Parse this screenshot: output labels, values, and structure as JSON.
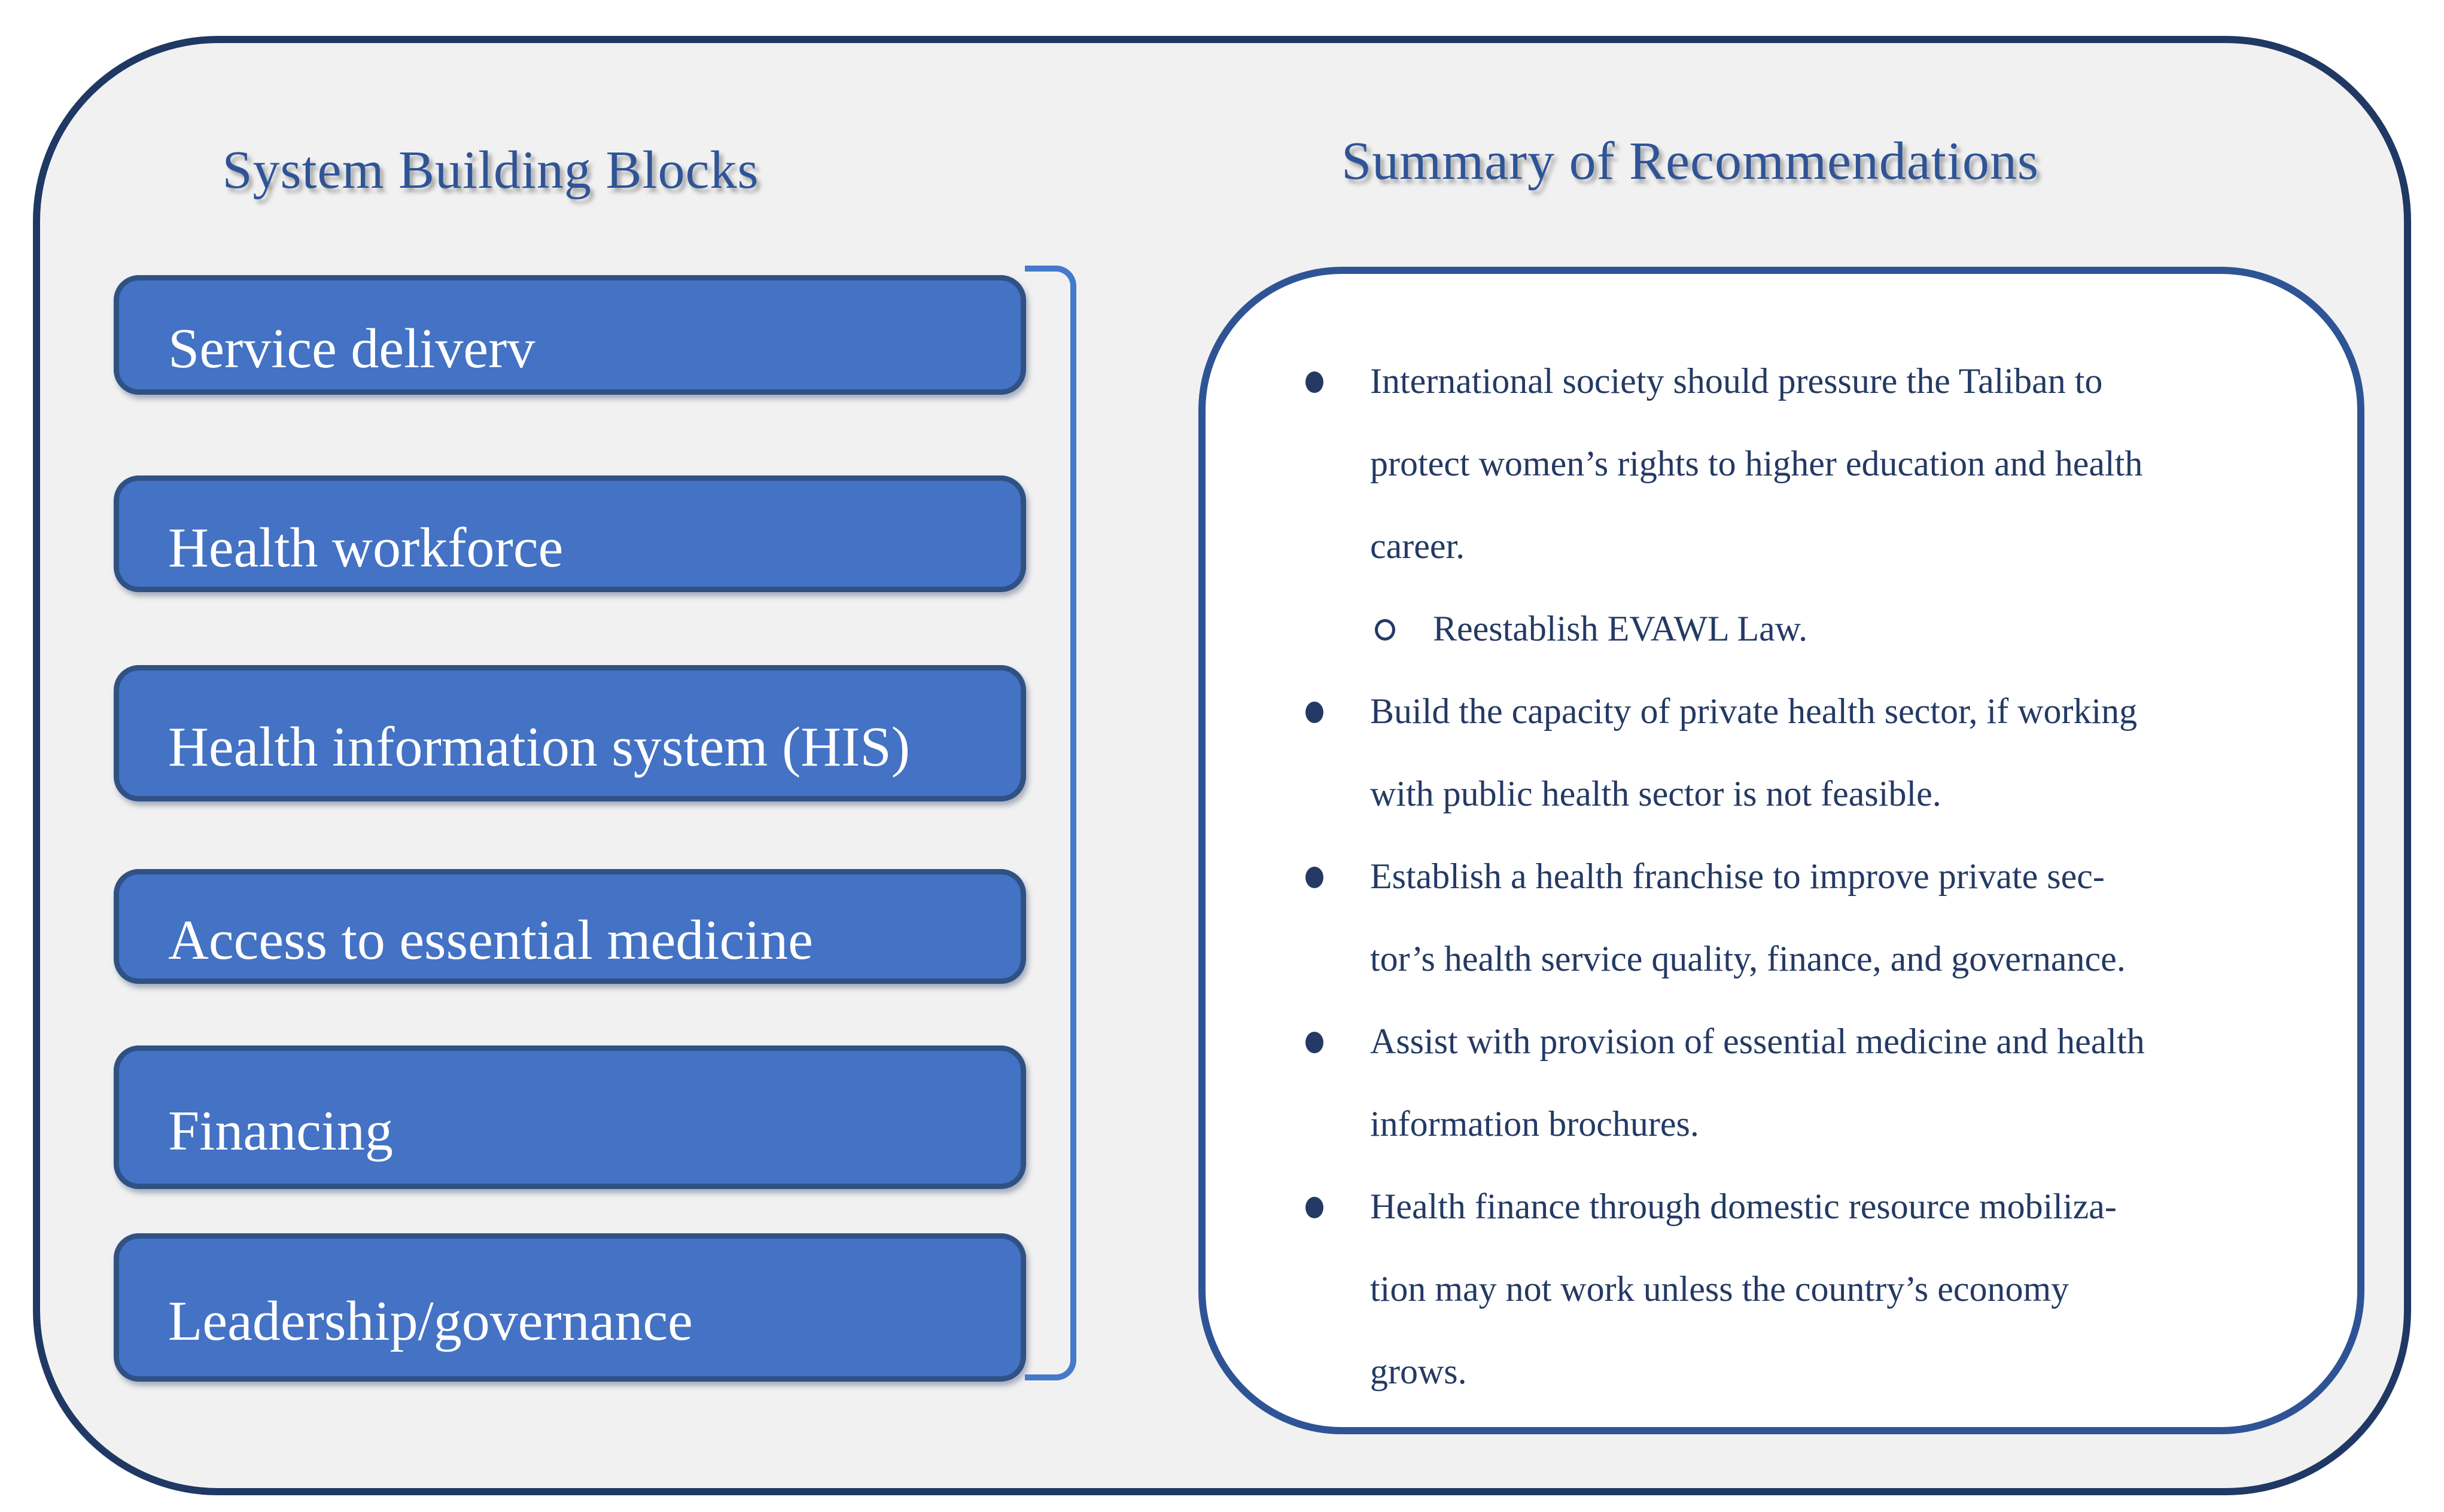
{
  "left_section": {
    "title": "System Building Blocks",
    "blocks": [
      {
        "label": "Service deliverv"
      },
      {
        "label": "Health workforce"
      },
      {
        "label": "Health information system (HIS)"
      },
      {
        "label": "Access to essential medicine"
      },
      {
        "label": "Financing"
      },
      {
        "label": "Leadership/governance"
      }
    ]
  },
  "right_section": {
    "title": "Summary of Recommendations",
    "recommendations": [
      {
        "level": 1,
        "lines": [
          "International society should pressure the Taliban to",
          "protect women’s rights to higher education and health",
          "career."
        ]
      },
      {
        "level": 2,
        "lines": [
          "Reestablish EVAWL Law."
        ]
      },
      {
        "level": 1,
        "lines": [
          "Build the capacity of private health sector, if working",
          "with public health sector is not feasible."
        ]
      },
      {
        "level": 1,
        "lines": [
          "Establish a health franchise to improve private sec-",
          "tor’s health service quality, finance, and governance."
        ]
      },
      {
        "level": 1,
        "lines": [
          "Assist with provision of essential medicine and health",
          "information brochures."
        ]
      },
      {
        "level": 1,
        "lines": [
          "Health finance through domestic resource mobiliza-",
          "tion may not work unless the country’s economy",
          "grows."
        ]
      }
    ]
  },
  "colors": {
    "outer_border": "#1F3864",
    "container_fill": "#F1F1F2",
    "block_fill": "#4472C4",
    "block_border": "#2F5184",
    "block_text": "#FFFFFF",
    "bracket": "#4579CB",
    "panel_border": "#2F5496",
    "title_text": "#2F5496",
    "body_text": "#243A64"
  }
}
